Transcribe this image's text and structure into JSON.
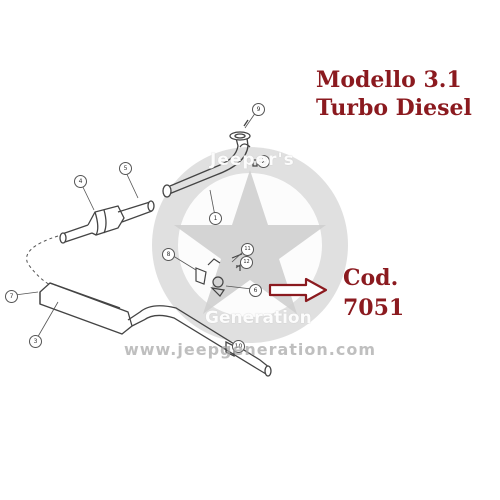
{
  "title": {
    "line1": "Modello 3.1",
    "line2": "Turbo Diesel"
  },
  "code": {
    "label": "Cod.",
    "number": "7051"
  },
  "watermark": {
    "top_text": "Jeeper's",
    "bottom_text": "Generation",
    "url": "www.jeepgeneration.com"
  },
  "part_callouts": [
    "1",
    "2",
    "3",
    "4",
    "5",
    "6",
    "7",
    "8",
    "9",
    "10",
    "11",
    "12"
  ],
  "colors": {
    "accent": "#8b1a1f",
    "line": "#444444",
    "watermark": "#cfcfcf"
  }
}
